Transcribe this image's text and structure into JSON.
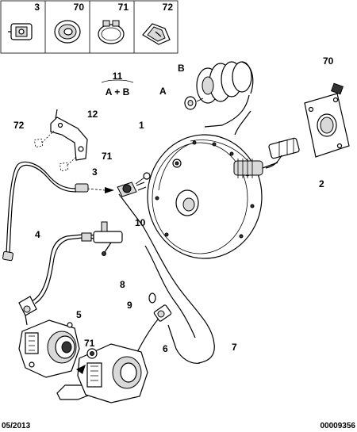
{
  "legend_boxes": [
    {
      "number": "3",
      "icon": "clip-icon"
    },
    {
      "number": "70",
      "icon": "washer-icon"
    },
    {
      "number": "71",
      "icon": "hose-clamp-icon"
    },
    {
      "number": "72",
      "icon": "bracket-clip-icon"
    }
  ],
  "callouts": {
    "c11": "11",
    "c11_sub": "A + B",
    "cA": "A",
    "cB": "B",
    "c70": "70",
    "c72": "72",
    "c12": "12",
    "c1": "1",
    "c71a": "71",
    "c3": "3",
    "c2": "2",
    "c10": "10",
    "c4": "4",
    "c8": "8",
    "c9": "9",
    "c5": "5",
    "c71b": "71",
    "c6": "6",
    "c7": "7"
  },
  "footer": {
    "date": "05/2013",
    "reference": "00009356"
  }
}
